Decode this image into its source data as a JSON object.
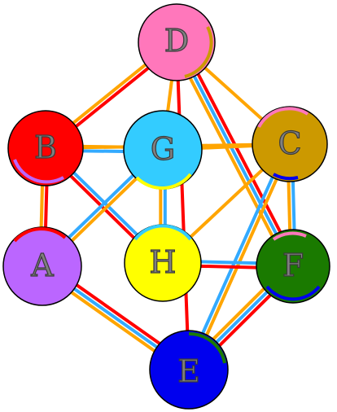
{
  "nodes": [
    {
      "id": "D",
      "label": "D",
      "color": "#FF77BB"
    },
    {
      "id": "B",
      "label": "B",
      "color": "#FF0000"
    },
    {
      "id": "G",
      "label": "G",
      "color": "#33CCFF"
    },
    {
      "id": "C",
      "label": "C",
      "color": "#CC9900"
    },
    {
      "id": "A",
      "label": "A",
      "color": "#BB66FF"
    },
    {
      "id": "H",
      "label": "H",
      "color": "#FFFF00"
    },
    {
      "id": "F",
      "label": "F",
      "color": "#1A7A00"
    },
    {
      "id": "E",
      "label": "E",
      "color": "#0000EE"
    }
  ],
  "edges": [
    {
      "from": "D",
      "to": "B",
      "colors": [
        "#FF0000",
        "#FFA500"
      ]
    },
    {
      "from": "D",
      "to": "G",
      "colors": [
        "#FFA500"
      ]
    },
    {
      "from": "D",
      "to": "C",
      "colors": [
        "#FFA500"
      ]
    },
    {
      "from": "D",
      "to": "F",
      "colors": [
        "#FF0000",
        "#33AAFF",
        "#FFA500"
      ]
    },
    {
      "from": "D",
      "to": "E",
      "colors": [
        "#FF0000"
      ]
    },
    {
      "from": "B",
      "to": "G",
      "colors": [
        "#FFA500",
        "#33AAFF"
      ]
    },
    {
      "from": "B",
      "to": "A",
      "colors": [
        "#FF0000",
        "#FFA500"
      ]
    },
    {
      "from": "B",
      "to": "H",
      "colors": [
        "#33AAFF",
        "#FF0000"
      ]
    },
    {
      "from": "B",
      "to": "C",
      "colors": [
        "#FFA500"
      ]
    },
    {
      "from": "G",
      "to": "A",
      "colors": [
        "#FFA500",
        "#33AAFF"
      ]
    },
    {
      "from": "G",
      "to": "H",
      "colors": [
        "#33AAFF",
        "#FFA500"
      ]
    },
    {
      "from": "G",
      "to": "C",
      "colors": [
        "#FFA500"
      ]
    },
    {
      "from": "C",
      "to": "H",
      "colors": [
        "#FFA500"
      ]
    },
    {
      "from": "C",
      "to": "F",
      "colors": [
        "#33AAFF",
        "#FFA500"
      ]
    },
    {
      "from": "C",
      "to": "E",
      "colors": [
        "#FFA500",
        "#33AAFF"
      ]
    },
    {
      "from": "A",
      "to": "E",
      "colors": [
        "#FF0000",
        "#33AAFF",
        "#FFA500"
      ]
    },
    {
      "from": "H",
      "to": "F",
      "colors": [
        "#33AAFF",
        "#FF0000"
      ]
    },
    {
      "from": "F",
      "to": "E",
      "colors": [
        "#FF0000",
        "#33AAFF",
        "#FFA500"
      ]
    }
  ]
}
